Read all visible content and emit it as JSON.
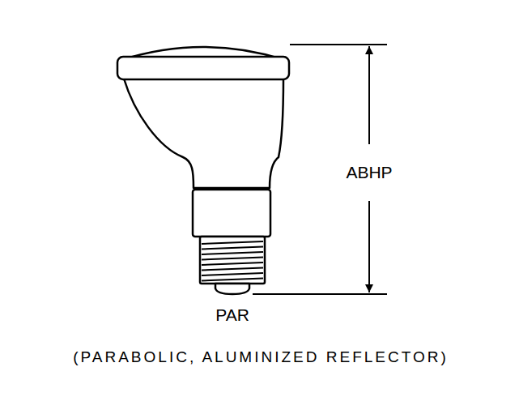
{
  "diagram": {
    "caption": "(PARABOLIC, ALUMINIZED REFLECTOR)",
    "labels": [
      "ABHP",
      "PAR"
    ]
  }
}
